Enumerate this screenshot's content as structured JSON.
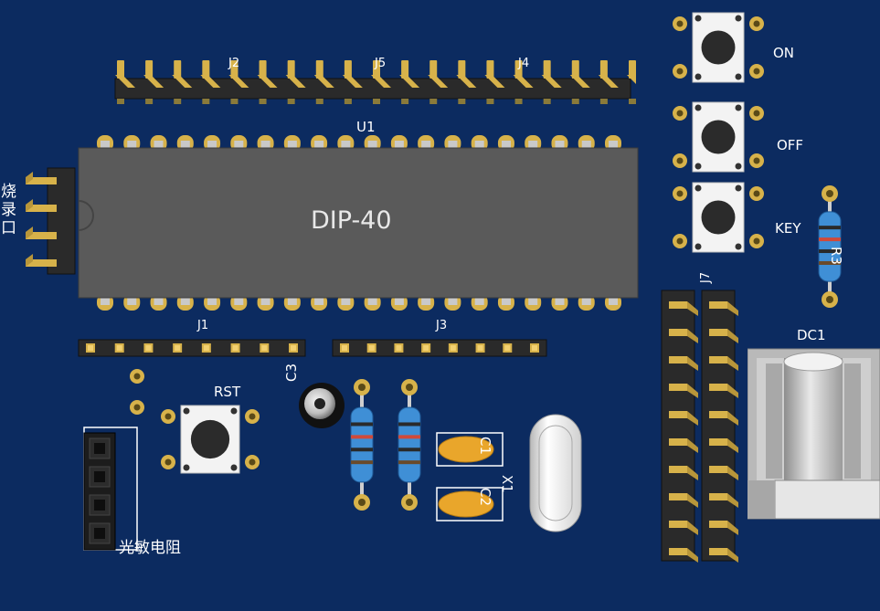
{
  "board": {
    "chip": {
      "ref": "U1",
      "package": "DIP-40",
      "pins_per_side": 20
    },
    "top_headers": {
      "labels": [
        "J2",
        "J5",
        "J4"
      ],
      "pin_count": 19
    },
    "side_header": {
      "label": "烧录口",
      "pin_count": 4
    },
    "bottom_headers": [
      {
        "label": "J1",
        "pin_count": 8
      },
      {
        "label": "J3",
        "pin_count": 8
      }
    ],
    "buttons": [
      {
        "label": "ON"
      },
      {
        "label": "OFF"
      },
      {
        "label": "KEY"
      },
      {
        "label": "RST"
      }
    ],
    "resistors": [
      {
        "label": "R3"
      }
    ],
    "capacitors": [
      {
        "label": "C1"
      },
      {
        "label": "C2"
      },
      {
        "label": "C3"
      }
    ],
    "crystal": {
      "label": "X1"
    },
    "vertical_headers": [
      {
        "label": "J7",
        "pin_count": 10
      }
    ],
    "power_jack": {
      "label": "DC1"
    },
    "sensor": {
      "label": "光敏电阻",
      "pin_count": 4
    }
  },
  "colors": {
    "pcb": "#0c2b60",
    "silkscreen": "#ffffff",
    "chip_body": "#5a5a5a",
    "pin_gold": "#d7b24a",
    "header_plastic": "#2a2a2a",
    "capacitor": "#e9a62b"
  }
}
